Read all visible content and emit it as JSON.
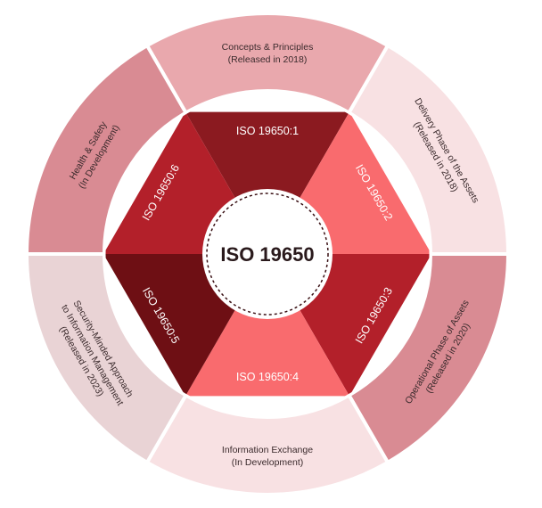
{
  "center": {
    "label": "ISO 19650"
  },
  "outer_segments": [
    {
      "id": "concepts",
      "lines": [
        "Concepts & Principles",
        "(Released in 2018)"
      ],
      "color": "#e9a8ad"
    },
    {
      "id": "delivery",
      "lines": [
        "Delivery Phase of the Assets",
        "(Released in 2018)"
      ],
      "color": "#f8e1e3"
    },
    {
      "id": "operational",
      "lines": [
        "Operational Phase of Assets",
        "(Released in 2020)"
      ],
      "color": "#d98b93"
    },
    {
      "id": "info-exchange",
      "lines": [
        "Information Exchange",
        "(In Development)"
      ],
      "color": "#f8e1e3"
    },
    {
      "id": "security",
      "lines": [
        "Security-Minded Approach",
        "to Information Management",
        "(Released in 2023)"
      ],
      "color": "#e9d3d5"
    },
    {
      "id": "health-safety",
      "lines": [
        "Health & Safety",
        "(In Development)"
      ],
      "color": "#d98b93"
    }
  ],
  "inner_segments": [
    {
      "id": "part1",
      "label": "ISO 19650:1",
      "color": "#8b1a20"
    },
    {
      "id": "part2",
      "label": "ISO 19650:2",
      "color": "#f96b6e"
    },
    {
      "id": "part3",
      "label": "ISO 19650:3",
      "color": "#b3202a"
    },
    {
      "id": "part4",
      "label": "ISO 19650:4",
      "color": "#f96b6e"
    },
    {
      "id": "part5",
      "label": "ISO 19650:5",
      "color": "#6e0f14"
    },
    {
      "id": "part6",
      "label": "ISO 19650:6",
      "color": "#b3202a"
    }
  ],
  "colors": {
    "separator": "#ffffff",
    "center_fill": "#ffffff",
    "center_dash": "#3a1014"
  }
}
